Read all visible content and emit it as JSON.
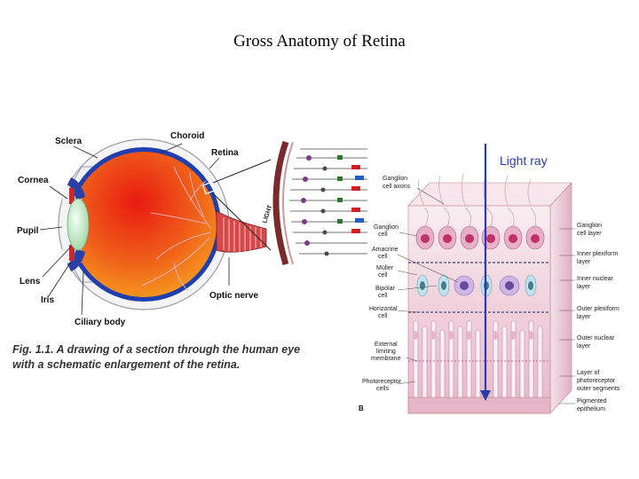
{
  "page": {
    "title": "Gross Anatomy of Retina"
  },
  "eye_diagram": {
    "labels": {
      "sclera": "Sclera",
      "choroid": "Choroid",
      "retina": "Retina",
      "cornea": "Cornea",
      "pupil": "Pupil",
      "lens": "Lens",
      "iris": "Iris",
      "ciliary_body": "Ciliary body",
      "optic_nerve": "Optic nerve"
    },
    "inset_light_label": "LIGHT",
    "caption_line1": "Fig. 1.1. A drawing of a section through the human eye",
    "caption_line2": "with a schematic enlargement of the retina."
  },
  "retina_section": {
    "light_ray_label": "Light ray",
    "panel_letter": "B",
    "left_labels": {
      "ganglion_axons_1": "Ganglion",
      "ganglion_axons_2": "cell axons",
      "ganglion_cell_1": "Ganglion",
      "ganglion_cell_2": "cell",
      "amacrine_1": "Amacrine",
      "amacrine_2": "cell",
      "muller_1": "Müller",
      "muller_2": "cell",
      "bipolar_1": "Bipolar",
      "bipolar_2": "cell",
      "horizontal_1": "Horizontal",
      "horizontal_2": "cell",
      "external_1": "External",
      "external_2": "limiting",
      "external_3": "membrane",
      "photoreceptor_1": "Photoreceptor",
      "photoreceptor_2": "cells"
    },
    "right_labels": {
      "ganglion_layer_1": "Ganglion",
      "ganglion_layer_2": "cell layer",
      "inner_plex_1": "Inner plexiform",
      "inner_plex_2": "layer",
      "inner_nuc_1": "Inner nuclear",
      "inner_nuc_2": "layer",
      "outer_plex_1": "Outer plexiform",
      "outer_plex_2": "layer",
      "outer_nuc_1": "Outer nuclear",
      "outer_nuc_2": "layer",
      "photo_outer_1": "Layer of",
      "photo_outer_2": "photoreceptor",
      "photo_outer_3": "outer segments",
      "pigmented_1": "Pigmented",
      "pigmented_2": "epithelium"
    }
  },
  "colors": {
    "light_ray": "#2a3bb0",
    "eye_interior": "#f07020",
    "choroid": "#1f3fb0",
    "cell_nucleus": "#c0306a",
    "tissue": "#f3d7e0"
  }
}
